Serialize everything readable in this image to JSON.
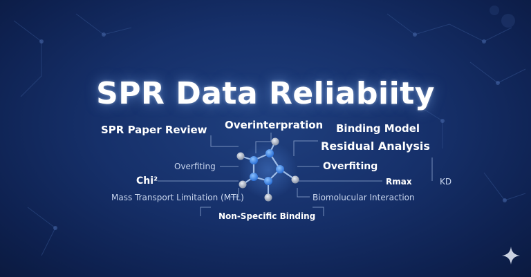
{
  "title": "SPR Data Reliabiity",
  "terms": {
    "spr_paper_review": "SPR Paper Review",
    "overinterpration": "Overinterpration",
    "binding_model": "Binding Model",
    "residual_analysis": "Residual Analysis",
    "overfiting_left": "Overfiting",
    "overfiting_right": "Overfiting",
    "chi2": "Chi²",
    "rmax": "Rmax",
    "kd": "KD",
    "mass_transport": "Mass Transport Limitation (MTL)",
    "biomolecular_interaction": "Biomolucular Interaction",
    "non_specific_binding": "Non-Specific Binding"
  },
  "colors": {
    "background": "#16306a",
    "text": "#ffffff",
    "line": "#8ea6cf",
    "node_blue": "#3f8ef0",
    "node_grey": "#c8cfdc"
  },
  "icons": {
    "molecule": "molecule-icon",
    "sparkle": "sparkle-icon"
  }
}
